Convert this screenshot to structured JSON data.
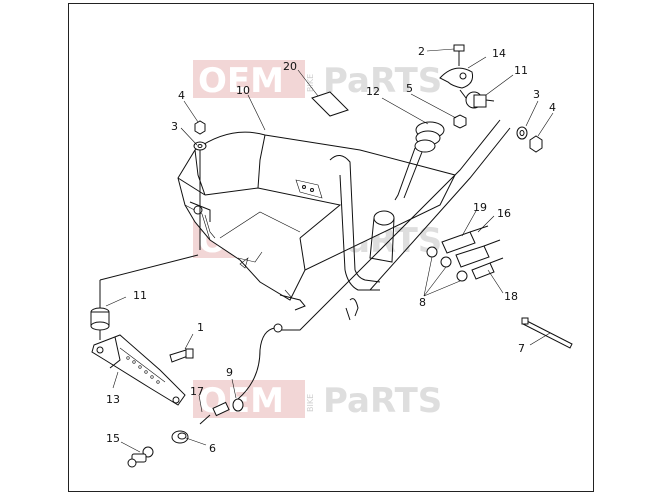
{
  "diagram": {
    "callouts": [
      "1",
      "2",
      "3",
      "3",
      "4",
      "4",
      "5",
      "6",
      "7",
      "8",
      "9",
      "10",
      "11",
      "11",
      "12",
      "13",
      "14",
      "15",
      "16",
      "17",
      "18",
      "19",
      "20"
    ],
    "watermark": {
      "part1": "OEM",
      "bike": "BIKE",
      "part2": "PaRTS"
    }
  }
}
